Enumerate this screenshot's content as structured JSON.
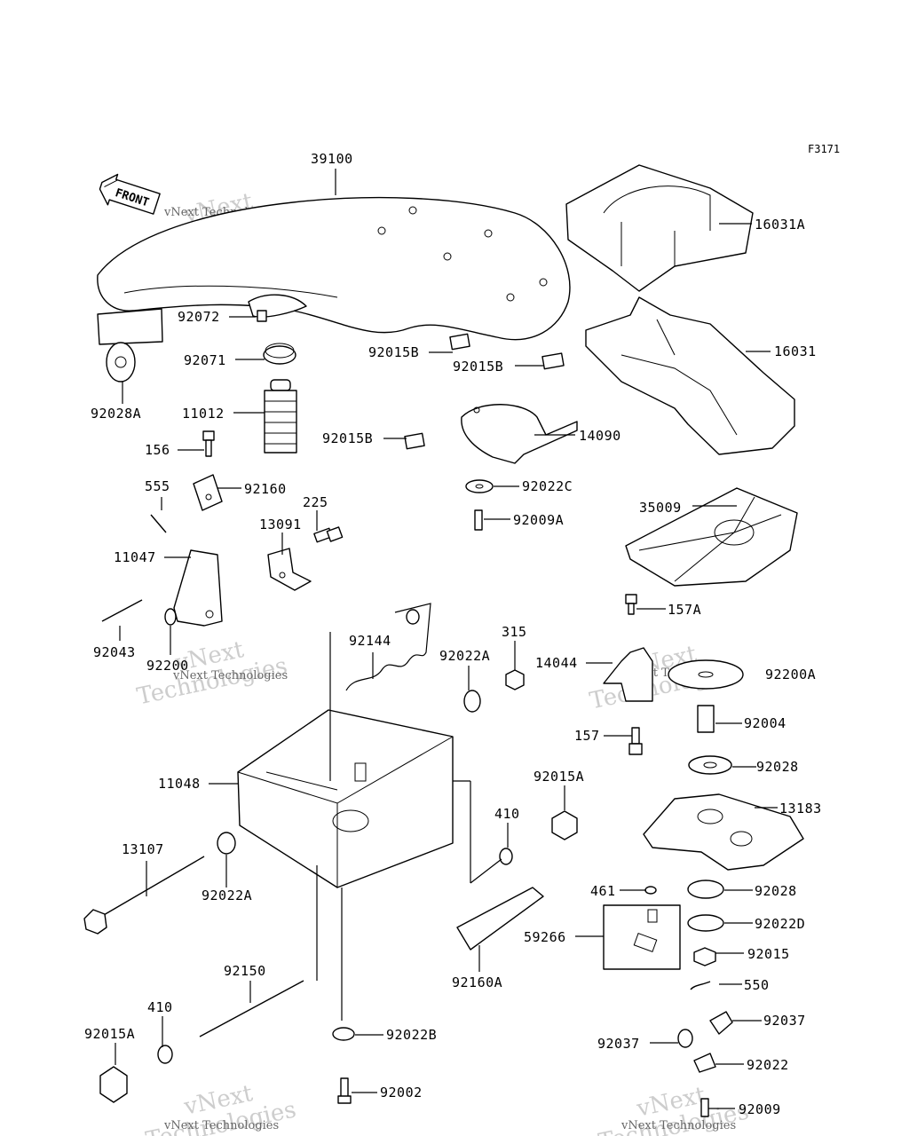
{
  "figure_code": "F3171",
  "front_label": "FRONT",
  "watermark": {
    "line1": "vNext",
    "line2": "Technologies",
    "small": "vNext Technologies"
  },
  "callouts": [
    {
      "id": "c39100",
      "text": "39100"
    },
    {
      "id": "c16031A",
      "text": "16031A"
    },
    {
      "id": "c16031",
      "text": "16031"
    },
    {
      "id": "c92072",
      "text": "92072"
    },
    {
      "id": "c92071",
      "text": "92071"
    },
    {
      "id": "c92015B_1",
      "text": "92015B"
    },
    {
      "id": "c92015B_2",
      "text": "92015B"
    },
    {
      "id": "c92015B_3",
      "text": "92015B"
    },
    {
      "id": "c92028A",
      "text": "92028A"
    },
    {
      "id": "c11012",
      "text": "11012"
    },
    {
      "id": "c156",
      "text": "156"
    },
    {
      "id": "c14090",
      "text": "14090"
    },
    {
      "id": "c92022C",
      "text": "92022C"
    },
    {
      "id": "c92009A",
      "text": "92009A"
    },
    {
      "id": "c555",
      "text": "555"
    },
    {
      "id": "c92160",
      "text": "92160"
    },
    {
      "id": "c225",
      "text": "225"
    },
    {
      "id": "c13091",
      "text": "13091"
    },
    {
      "id": "c11047",
      "text": "11047"
    },
    {
      "id": "c35009",
      "text": "35009"
    },
    {
      "id": "c157A",
      "text": "157A"
    },
    {
      "id": "c92043",
      "text": "92043"
    },
    {
      "id": "c92200",
      "text": "92200"
    },
    {
      "id": "c92144",
      "text": "92144"
    },
    {
      "id": "c92022A_1",
      "text": "92022A"
    },
    {
      "id": "c315",
      "text": "315"
    },
    {
      "id": "c14044",
      "text": "14044"
    },
    {
      "id": "c92200A",
      "text": "92200A"
    },
    {
      "id": "c92004",
      "text": "92004"
    },
    {
      "id": "c157",
      "text": "157"
    },
    {
      "id": "c92028_1",
      "text": "92028"
    },
    {
      "id": "c11048",
      "text": "11048"
    },
    {
      "id": "c92015A_1",
      "text": "92015A"
    },
    {
      "id": "c13183",
      "text": "13183"
    },
    {
      "id": "c410_1",
      "text": "410"
    },
    {
      "id": "c13107",
      "text": "13107"
    },
    {
      "id": "c92022A_2",
      "text": "92022A"
    },
    {
      "id": "c461",
      "text": "461"
    },
    {
      "id": "c92028_2",
      "text": "92028"
    },
    {
      "id": "c59266",
      "text": "59266"
    },
    {
      "id": "c92022D",
      "text": "92022D"
    },
    {
      "id": "c92015",
      "text": "92015"
    },
    {
      "id": "c92150",
      "text": "92150"
    },
    {
      "id": "c92160A",
      "text": "92160A"
    },
    {
      "id": "c550",
      "text": "550"
    },
    {
      "id": "c410_2",
      "text": "410"
    },
    {
      "id": "c92015A_2",
      "text": "92015A"
    },
    {
      "id": "c92022B",
      "text": "92022B"
    },
    {
      "id": "c92037_1",
      "text": "92037"
    },
    {
      "id": "c92037_2",
      "text": "92037"
    },
    {
      "id": "c92022",
      "text": "92022"
    },
    {
      "id": "c92002",
      "text": "92002"
    },
    {
      "id": "c92009",
      "text": "92009"
    }
  ]
}
